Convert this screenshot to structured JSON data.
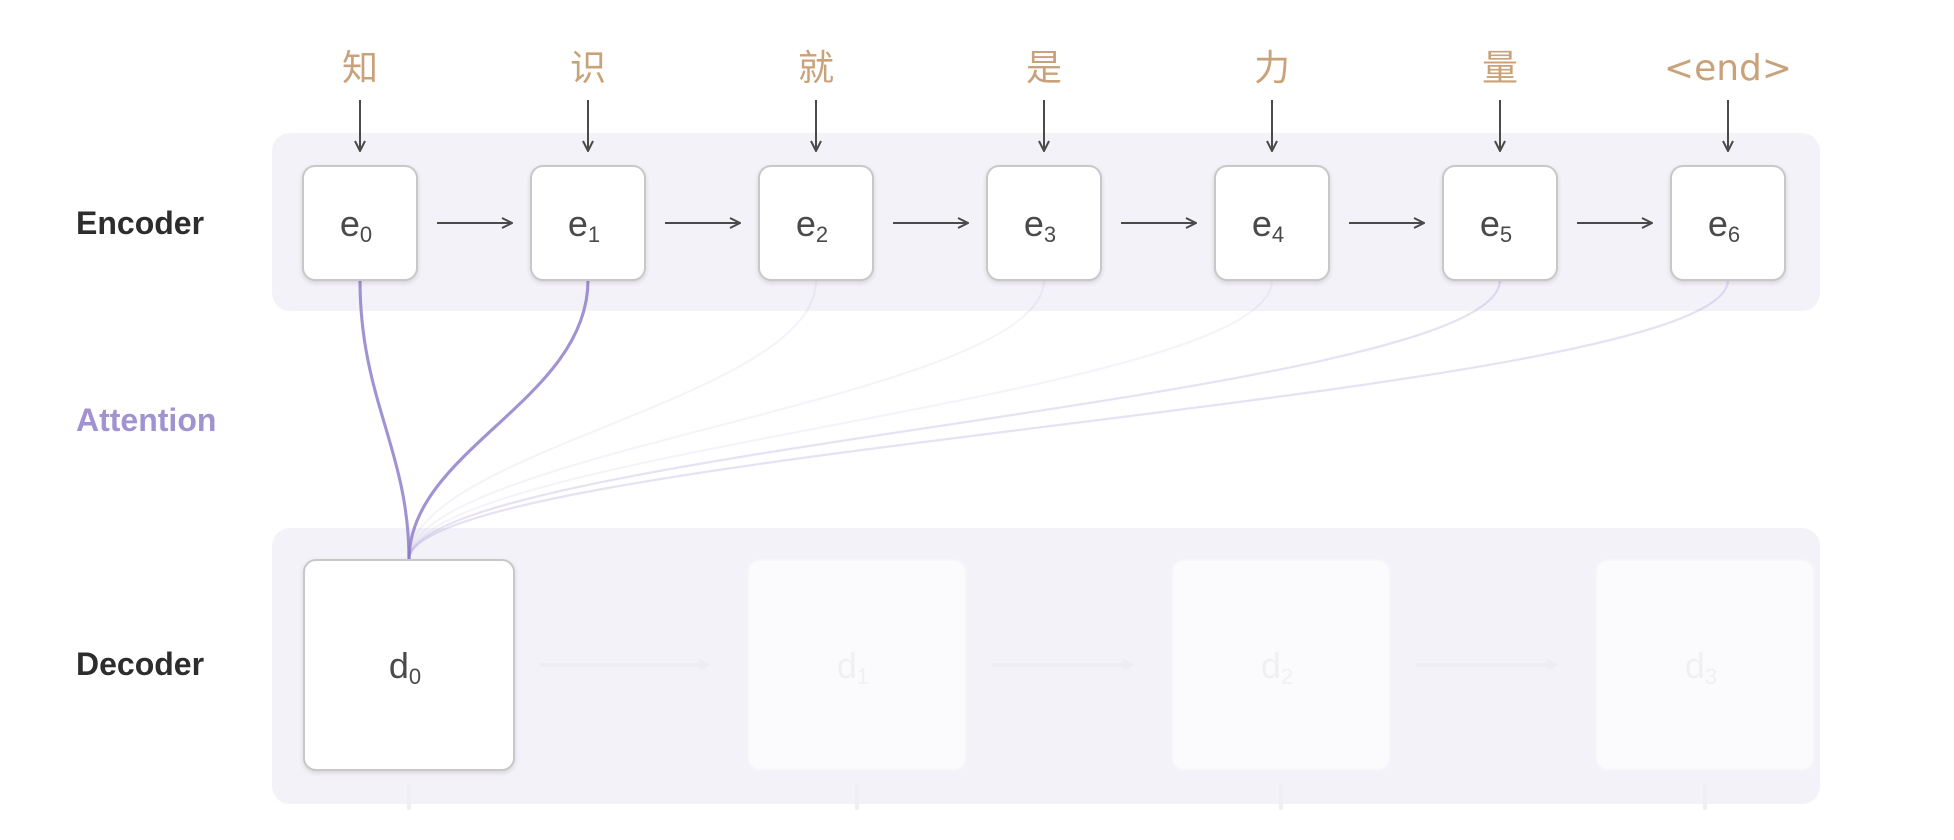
{
  "labels": {
    "encoder": "Encoder",
    "attention": "Attention",
    "decoder": "Decoder"
  },
  "input_tokens": [
    "知",
    "识",
    "就",
    "是",
    "力",
    "量",
    "<end>"
  ],
  "encoder_nodes": [
    {
      "main": "e",
      "sub": "0"
    },
    {
      "main": "e",
      "sub": "1"
    },
    {
      "main": "e",
      "sub": "2"
    },
    {
      "main": "e",
      "sub": "3"
    },
    {
      "main": "e",
      "sub": "4"
    },
    {
      "main": "e",
      "sub": "5"
    },
    {
      "main": "e",
      "sub": "6"
    }
  ],
  "decoder_nodes": [
    {
      "main": "d",
      "sub": "0",
      "visible": true
    },
    {
      "main": "d",
      "sub": "1",
      "visible": false
    },
    {
      "main": "d",
      "sub": "2",
      "visible": false
    },
    {
      "main": "d",
      "sub": "3",
      "visible": false
    }
  ],
  "attention_weights": [
    0.55,
    0.55,
    0.03,
    0.03,
    0.03,
    0.12,
    0.12
  ],
  "colors": {
    "token": "#c9a27a",
    "label": "#2d2d2d",
    "attention_label": "#a193cf",
    "attention_line": "#8c7ac9",
    "panel": "#f3f2f8",
    "node_fill": "#ffffff",
    "node_border": "#c8c8c8",
    "arrow": "#4a4a4a"
  }
}
